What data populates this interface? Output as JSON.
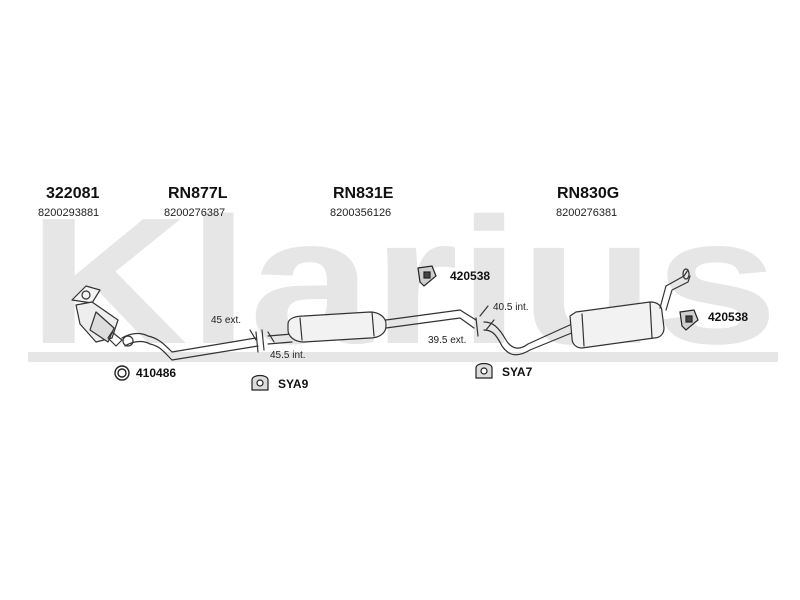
{
  "watermark": "Klarius",
  "parts": [
    {
      "code": "322081",
      "number": "8200293881"
    },
    {
      "code": "RN877L",
      "number": "8200276387"
    },
    {
      "code": "RN831E",
      "number": "8200356126"
    },
    {
      "code": "RN830G",
      "number": "8200276381"
    }
  ],
  "dimensions": {
    "d45_ext": "45 ext.",
    "d45_5_int": "45.5 int.",
    "d40_5_int": "40.5 int.",
    "d39_5_ext": "39.5 ext."
  },
  "accessories": {
    "ring_410486": "410486",
    "clamp_sya9": "SYA9",
    "clamp_sya7": "SYA7",
    "hanger_420538_mid": "420538",
    "hanger_420538_rear": "420538"
  },
  "colors": {
    "watermark": "#e6e6e6",
    "line": "#333333",
    "text": "#111111"
  }
}
